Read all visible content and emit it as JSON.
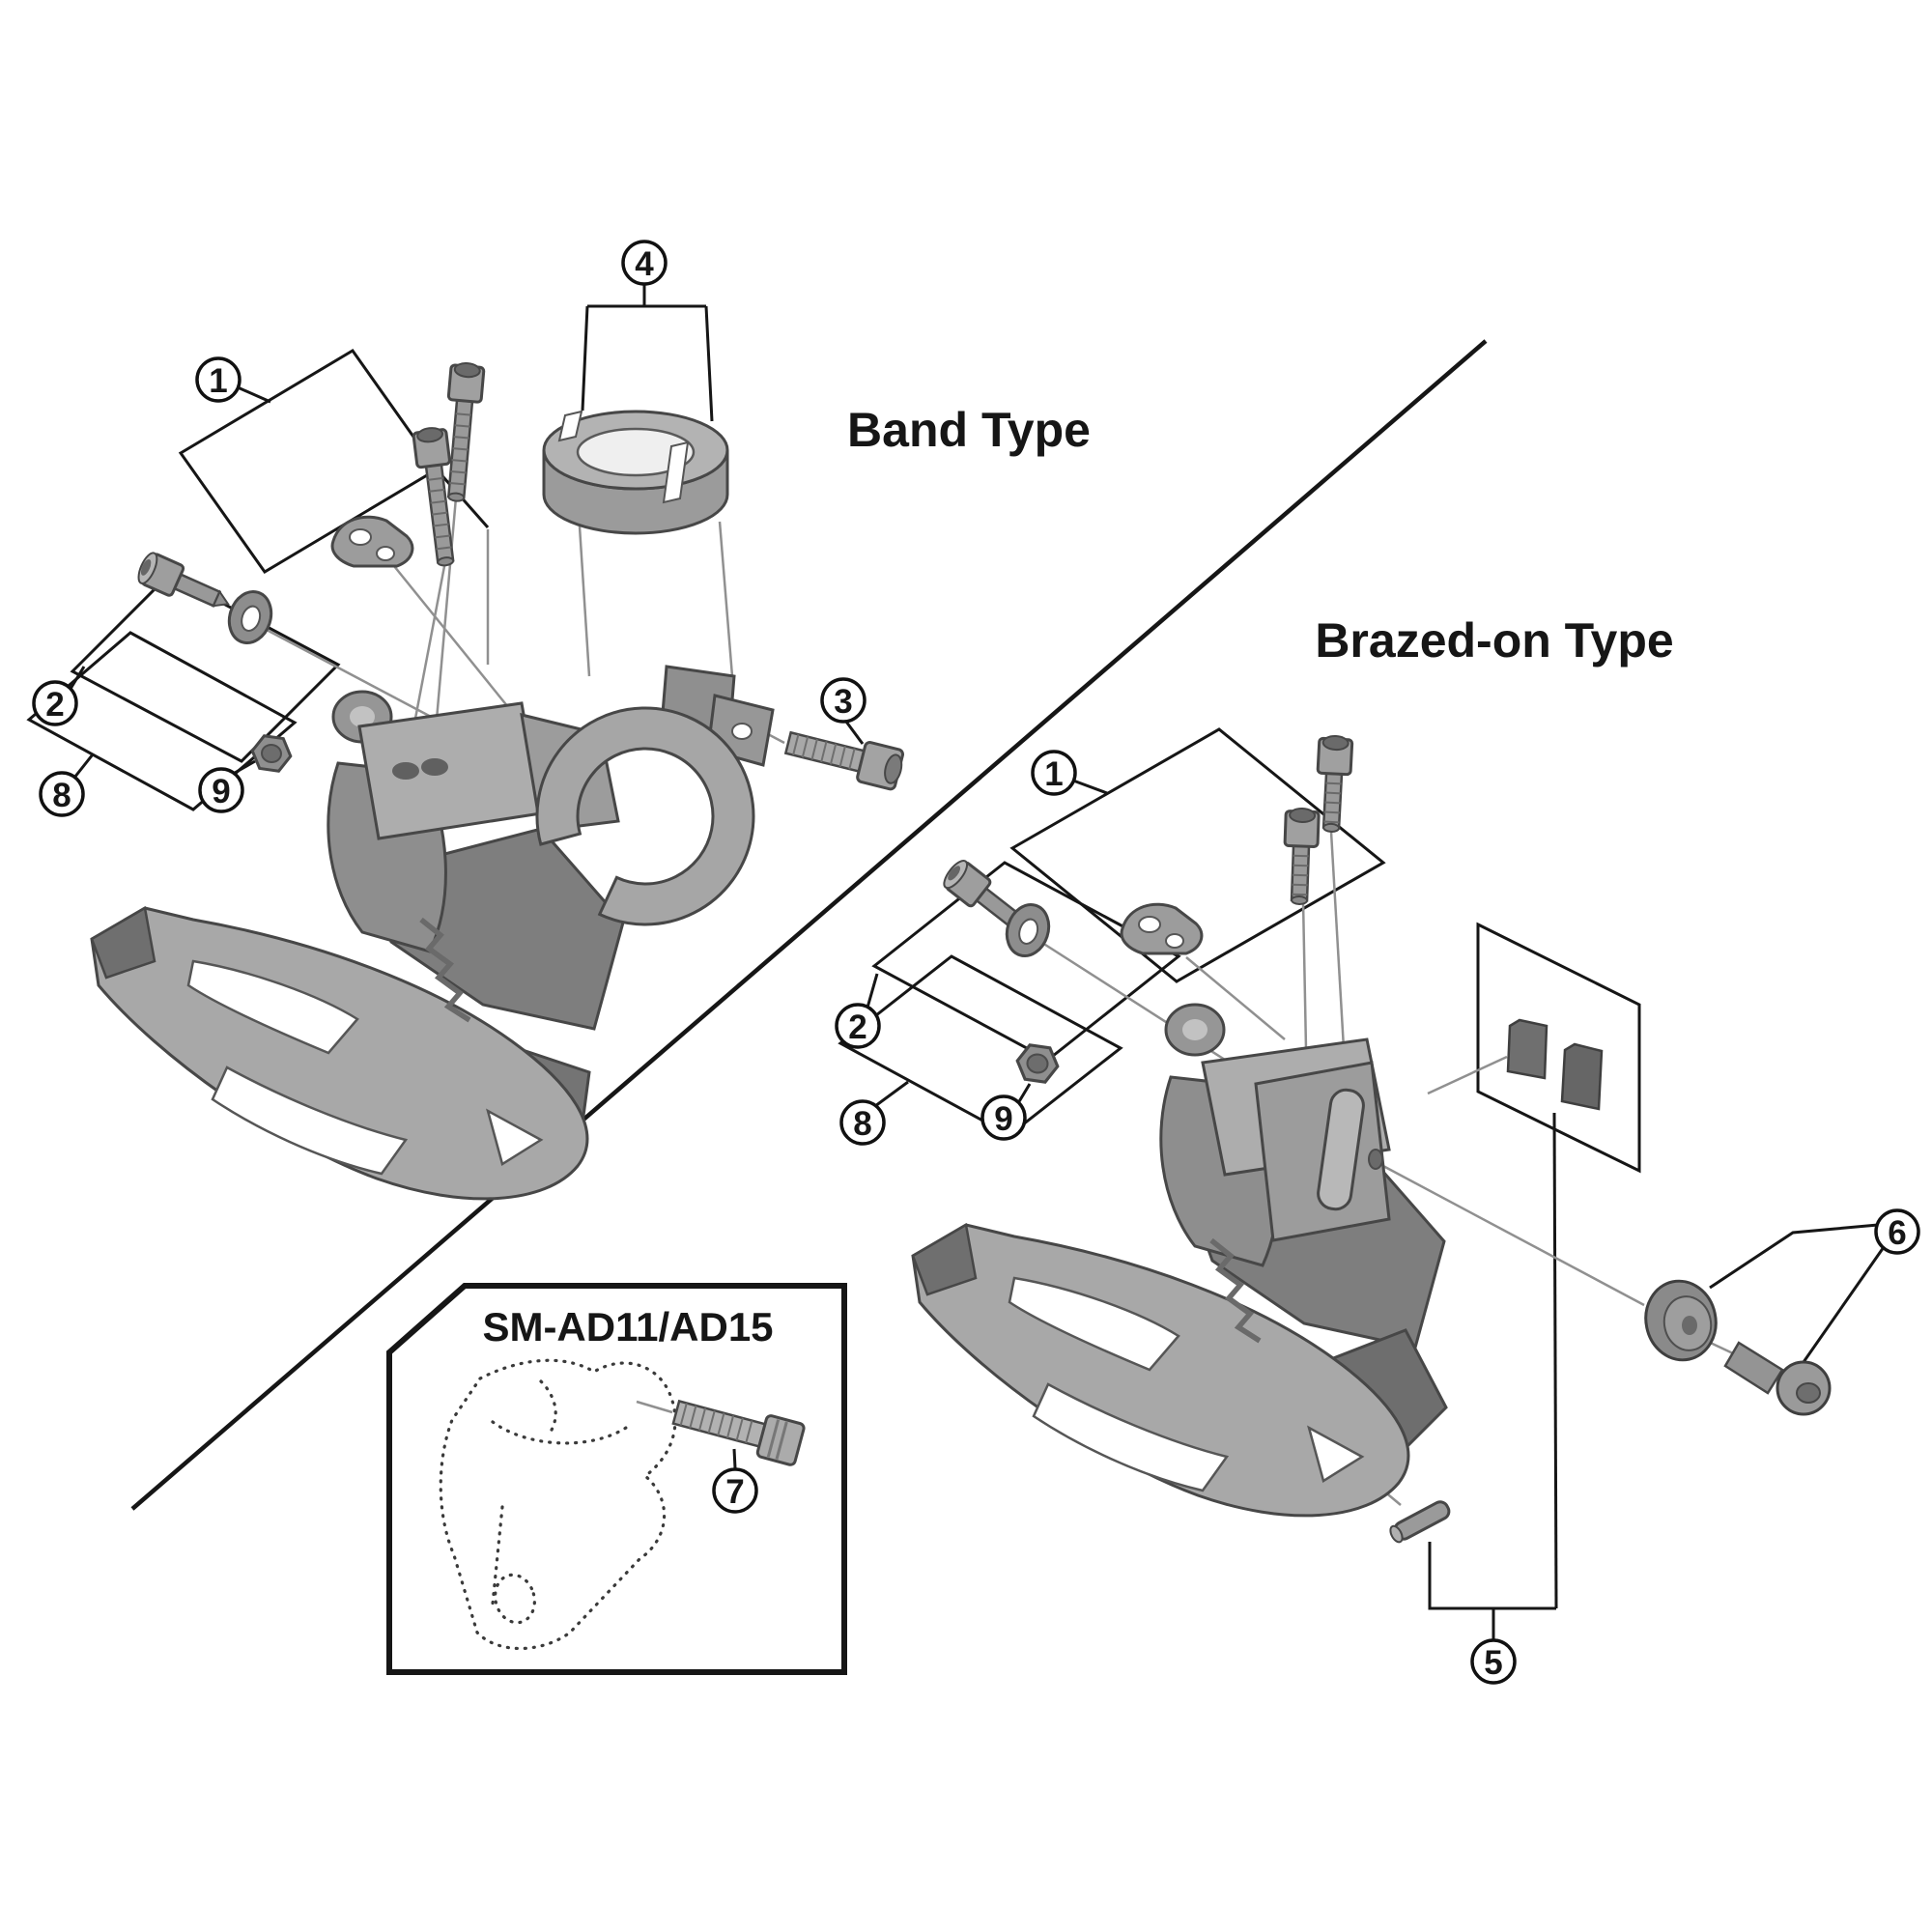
{
  "diagram": {
    "band": {
      "title": "Band Type",
      "n1": "1",
      "n2": "2",
      "n3": "3",
      "n4": "4",
      "n8": "8",
      "n9": "9"
    },
    "brazed": {
      "title": "Brazed-on Type",
      "n1": "1",
      "n2": "2",
      "n5": "5",
      "n6": "6",
      "n8": "8",
      "n9": "9"
    },
    "inset": {
      "title": "SM-AD11/AD15",
      "n7": "7"
    }
  },
  "colors": {
    "background": "#ffffff",
    "line": "#161616",
    "guide_line": "#909090",
    "part_light": "#b6b6b6",
    "part_mid": "#a0a0a0",
    "part_base": "#8f8f8f",
    "part_dark": "#757575",
    "pad_dark": "#666666",
    "outline": "#474747"
  }
}
